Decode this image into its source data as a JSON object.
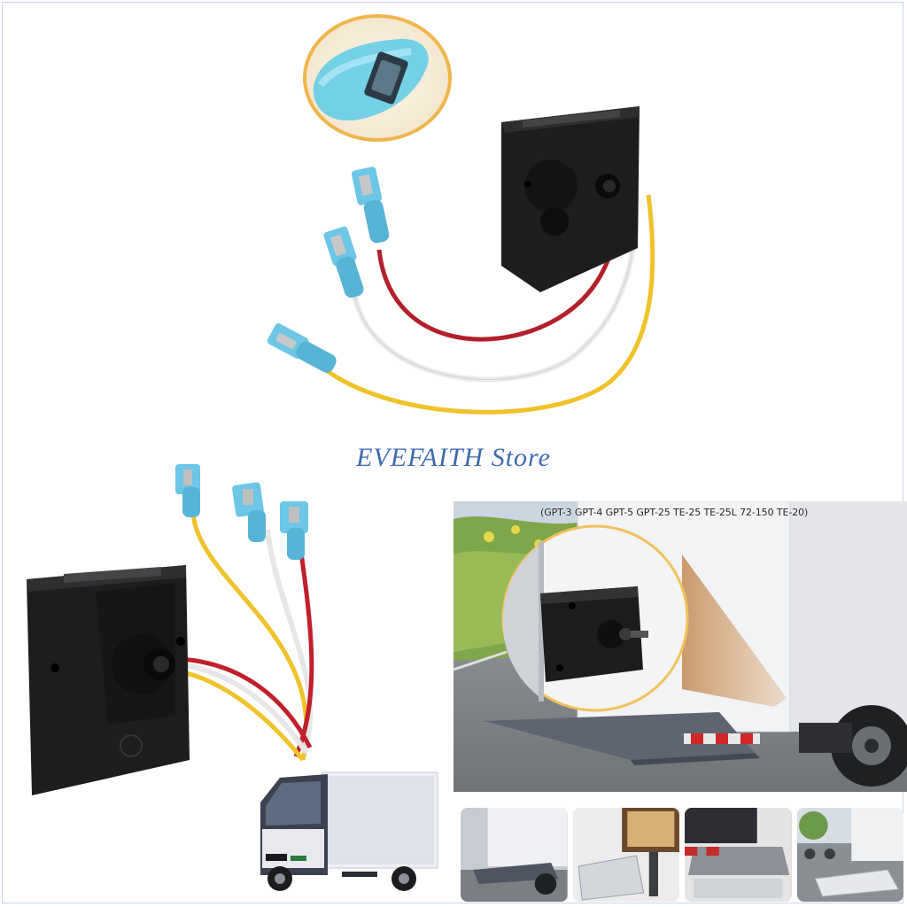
{
  "store": {
    "watermark": "EVEFAITH Store"
  },
  "compatible_models": "(GPT-3 GPT-4 GPT-5 GPT-25 TE-25 TE-25L 72-150 TE-20)",
  "colors": {
    "switch_body": "#1f1f21",
    "wire_red": "#b3202a",
    "wire_white": "#eeeeee",
    "wire_yellow": "#f1c22a",
    "terminal_blue": "#6cc6e6",
    "store_text": "#3d6bb0",
    "callout_ring": "#f2c15d"
  },
  "icons": [
    "switch-product-photo",
    "connector-closeup",
    "truck-illustration",
    "liftgate-scene",
    "install-thumbnail"
  ]
}
